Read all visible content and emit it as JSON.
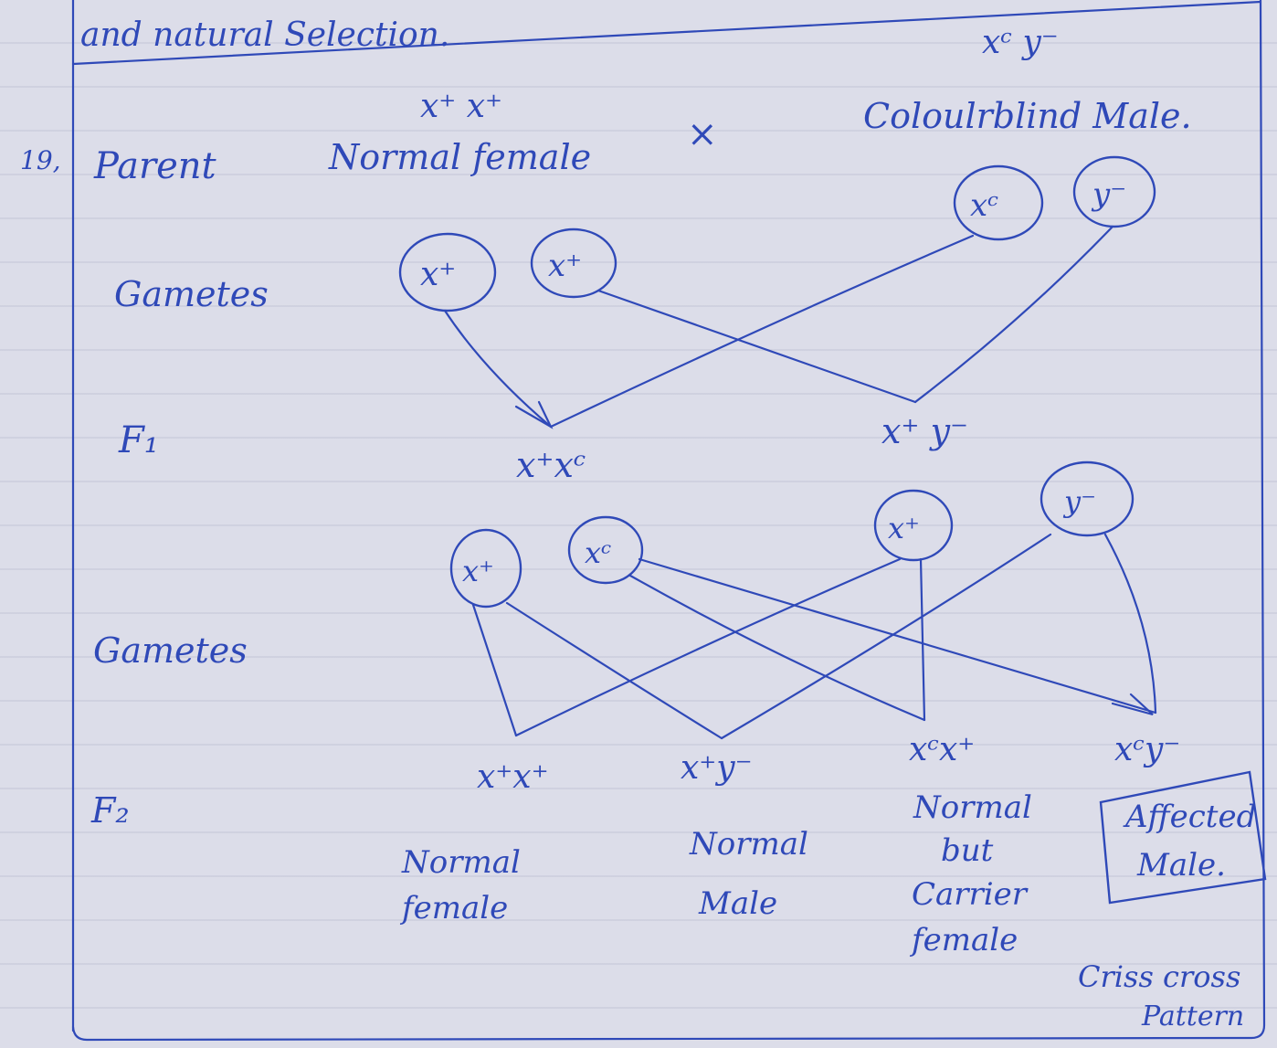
{
  "top_text": "and natural Selection.",
  "question_number": "19,",
  "parent": {
    "label": "Parent",
    "female_genotype": "x⁺ x⁺",
    "female_label": "Normal female",
    "cross_symbol": "×",
    "male_genotype": "xᶜ y⁻",
    "male_label": "Coloulrblind Male."
  },
  "gametes1": {
    "label": "Gametes",
    "circles": [
      "x⁺",
      "x⁺",
      "xᶜ",
      "y⁻"
    ]
  },
  "f1": {
    "label": "F₁",
    "offspring": [
      "x⁺xᶜ",
      "x⁺ y⁻"
    ]
  },
  "gametes2": {
    "label": "Gametes",
    "circles": [
      "x⁺",
      "xᶜ",
      "x⁺",
      "y⁻"
    ]
  },
  "f2": {
    "label": "F₂",
    "offspring": [
      "x⁺x⁺",
      "x⁺y⁻",
      "xᶜx⁺",
      "xᶜy⁻"
    ],
    "phenotypes": [
      [
        "Normal",
        "female"
      ],
      [
        "Normal",
        "Male"
      ],
      [
        "Normal",
        "but",
        "Carrier",
        "female"
      ],
      [
        "Affected",
        "Male."
      ]
    ]
  },
  "footer_note": [
    "Criss cross",
    "Pattern"
  ],
  "colors": {
    "ink": "#2f49b8",
    "paper": "#dcdde9"
  }
}
